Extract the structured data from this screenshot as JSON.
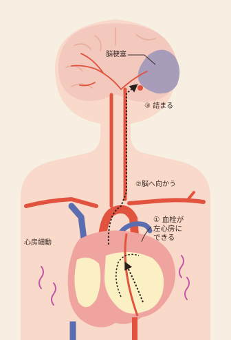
{
  "labels": {
    "infarct": "脳梗塞",
    "step3": "③ 詰まる",
    "step2": "②脳へ向かう",
    "step1": "① 血栓が\n左心房に\nできる",
    "afib": "心房細動"
  },
  "colors": {
    "background": "#f6efe2",
    "body_skin": "#f9d9c9",
    "brain": "#f3c8bd",
    "infarct": "#a79dba",
    "artery": "#e1533e",
    "vein": "#5b6db1",
    "heart": "#f0a4a0",
    "heart_chamber": "#fbefc4",
    "tremor_lines": "#c356a6",
    "arrow": "#2b1f1c"
  },
  "icons": {
    "arrow": "dotted-arrow-icon",
    "tremor": "wavy-line-icon"
  }
}
